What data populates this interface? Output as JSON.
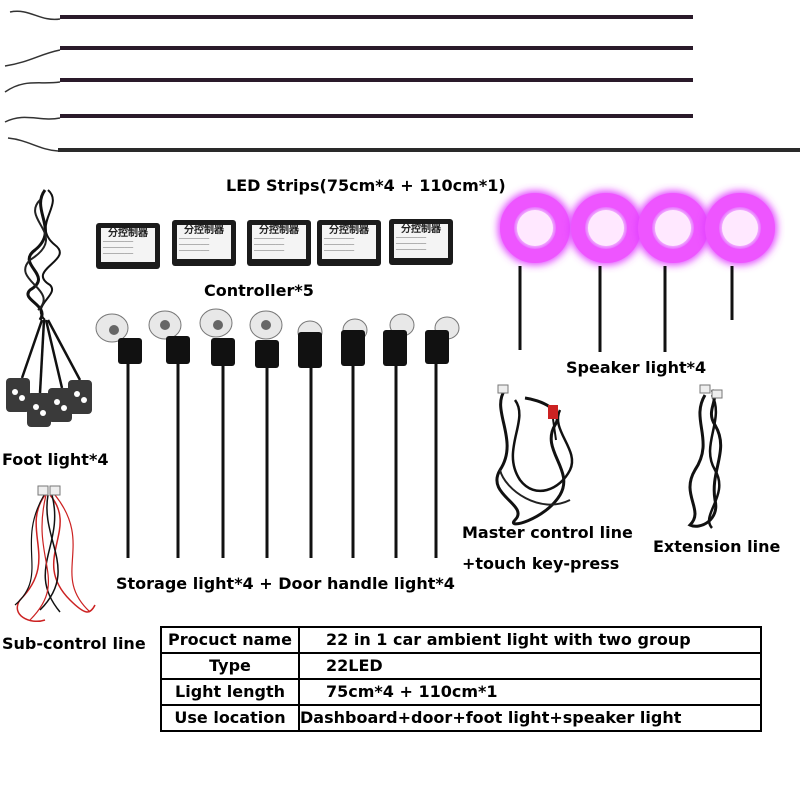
{
  "labels": {
    "led_strips": "LED Strips(75cm*4 + 110cm*1)",
    "controller": "Controller*5",
    "speaker_light": "Speaker light*4",
    "foot_light": "Foot light*4",
    "storage_door": "Storage light*4 + Door handle light*4",
    "master_control_1": "Master control line",
    "master_control_2": "+touch  key-press",
    "extension_line": "Extension line",
    "sub_control_line": "Sub-control line"
  },
  "controller_label_text": "分控制器",
  "spec_table": [
    {
      "key": "Procuct name",
      "value": "22 in 1 car ambient light with two group"
    },
    {
      "key": "Type",
      "value": "22LED"
    },
    {
      "key": "Light length",
      "value": "75cm*4 + 110cm*1"
    },
    {
      "key": "Use location",
      "value": "Dashboard+door+foot light+speaker light"
    }
  ],
  "colors": {
    "pink_glow": "#e040ff",
    "blue_glow": "#7fd8ff",
    "strip_dark": "#2a1a2a"
  }
}
